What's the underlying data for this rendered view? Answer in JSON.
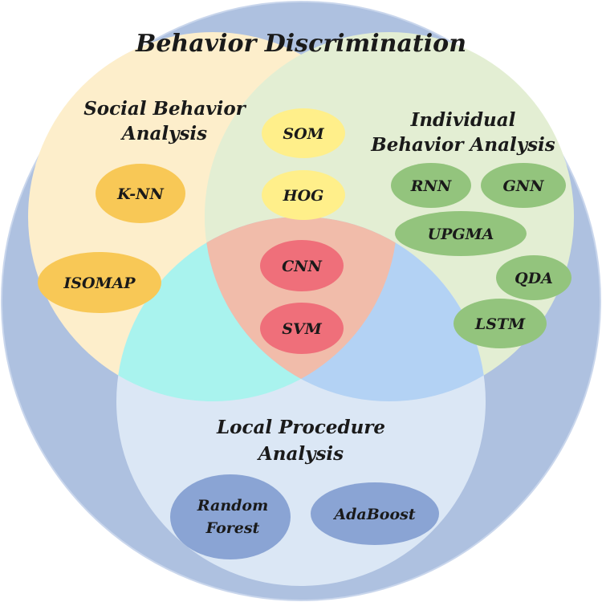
{
  "title": "Behavior Discrimination",
  "regions": {
    "social": [
      "Social Behavior",
      "Analysis"
    ],
    "individual": [
      "Individual",
      "Behavior Analysis"
    ],
    "local": [
      "Local Procedure",
      "Analysis"
    ]
  },
  "methods": {
    "som": "SOM",
    "hog": "HOG",
    "cnn": "CNN",
    "svm": "SVM",
    "knn": "K-NN",
    "isomap": "ISOMAP",
    "rnn": "RNN",
    "gnn": "GNN",
    "upgma": "UPGMA",
    "qda": "QDA",
    "lstm": "LSTM",
    "random_forest": [
      "Random",
      "Forest"
    ],
    "adaboost": "AdaBoost"
  },
  "colors": {
    "outer": "#aec1e0",
    "social": "#fdeecb",
    "individual": "#e3eed3",
    "local": "#dbe7f5",
    "social_local": "#a9f3ee",
    "individual_local": "#b3d2f4",
    "center": "#f1bcaa",
    "yellow_node": "#ffef8a",
    "red_node": "#ef6f7a",
    "orange_node": "#f8c856",
    "green_node": "#93c47d",
    "blue_node": "#8aa4d4"
  }
}
